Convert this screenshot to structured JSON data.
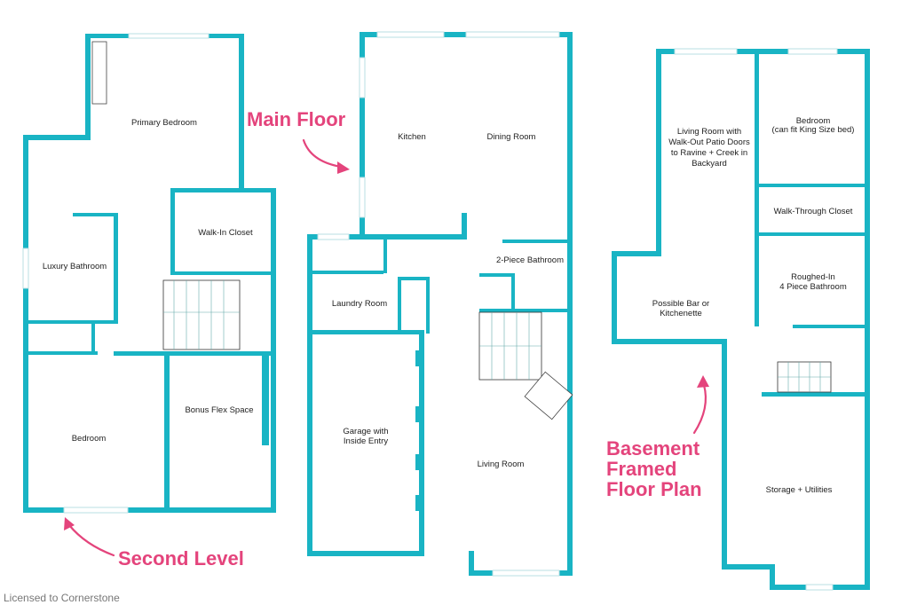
{
  "floors": {
    "second": {
      "title": "Second Level",
      "rooms": {
        "primary_bedroom": "Primary Bedroom",
        "walk_in_closet": "Walk-In Closet",
        "luxury_bathroom": "Luxury Bathroom",
        "bonus_flex_space": "Bonus Flex Space",
        "bedroom": "Bedroom"
      }
    },
    "main": {
      "title": "Main Floor",
      "rooms": {
        "kitchen": "Kitchen",
        "dining_room": "Dining Room",
        "two_piece_bathroom": "2-Piece Bathroom",
        "laundry_room": "Laundry Room",
        "garage_line1": "Garage with",
        "garage_line2": "Inside Entry",
        "living_room": "Living Room"
      }
    },
    "basement": {
      "title_line1": "Basement",
      "title_line2": "Framed",
      "title_line3": "Floor Plan",
      "rooms": {
        "living_line1": "Living Room with",
        "living_line2": "Walk-Out Patio Doors",
        "living_line3": "to Ravine + Creek in",
        "living_line4": "Backyard",
        "bedroom_line1": "Bedroom",
        "bedroom_line2": "(can fit King Size bed)",
        "walk_through_closet": "Walk-Through Closet",
        "bathroom_line1": "Roughed-In",
        "bathroom_line2": "4 Piece Bathroom",
        "bar_line1": "Possible Bar or",
        "bar_line2": "Kitchenette",
        "storage": "Storage + Utilities"
      }
    }
  },
  "credit": "Licensed to Cornerstone",
  "colors": {
    "wall": "#19b4c4",
    "title": "#e4447c"
  }
}
